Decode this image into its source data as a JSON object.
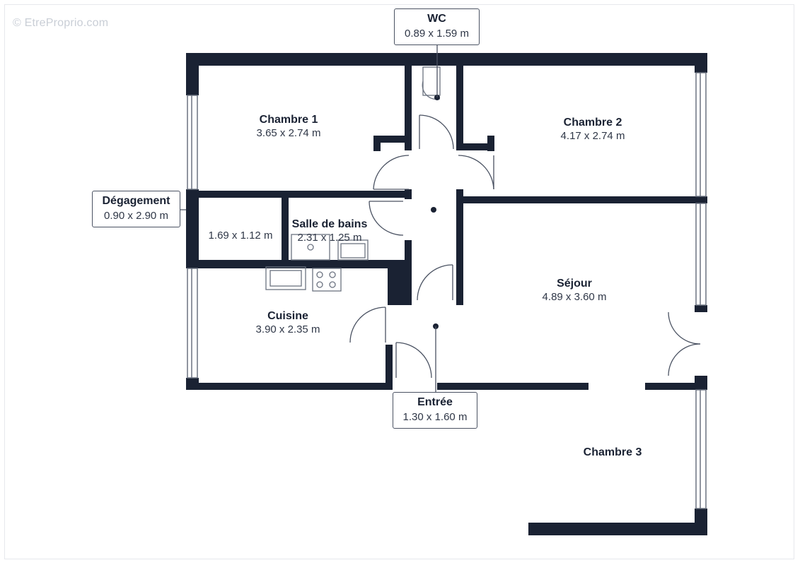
{
  "watermark": "© EtreProprio.com",
  "colors": {
    "wall": "#1a2233",
    "fixture": "#6b7280",
    "label": "#1a2233"
  },
  "rooms": {
    "wc": {
      "name": "WC",
      "dims": "0.89 x 1.59 m"
    },
    "chambre1": {
      "name": "Chambre 1",
      "dims": "3.65 x 2.74 m"
    },
    "chambre2": {
      "name": "Chambre 2",
      "dims": "4.17 x 2.74 m"
    },
    "degagement": {
      "name": "Dégagement",
      "dims": "0.90 x 2.90 m"
    },
    "placard": {
      "dims": "1.69 x 1.12 m"
    },
    "salle_de_bains": {
      "name": "Salle de bains",
      "dims": "2.31 x 1.25 m"
    },
    "sejour": {
      "name": "Séjour",
      "dims": "4.89 x 3.60 m"
    },
    "cuisine": {
      "name": "Cuisine",
      "dims": "3.90 x 2.35 m"
    },
    "entree": {
      "name": "Entrée",
      "dims": "1.30 x 1.60 m"
    },
    "chambre3": {
      "name": "Chambre 3"
    }
  }
}
